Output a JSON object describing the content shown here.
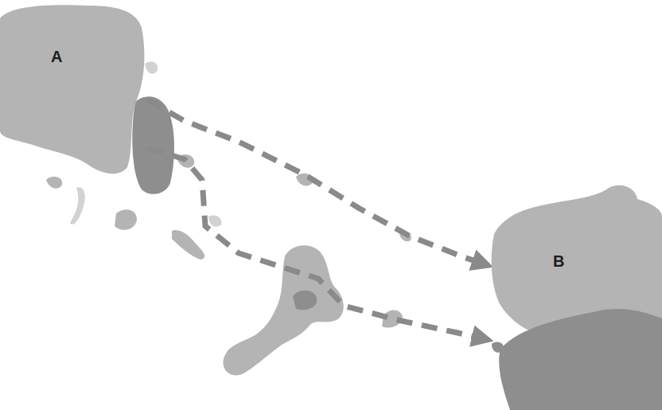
{
  "diagram": {
    "nodes": [
      {
        "text": [
          "A"
        ]
      },
      {
        "text": [
          "B"
        ]
      }
    ],
    "edges": [
      {
        "from": 0,
        "to": 1,
        "arrow": "to"
      },
      {
        "from": 0,
        "to": 1,
        "arrow": "to"
      }
    ]
  }
}
